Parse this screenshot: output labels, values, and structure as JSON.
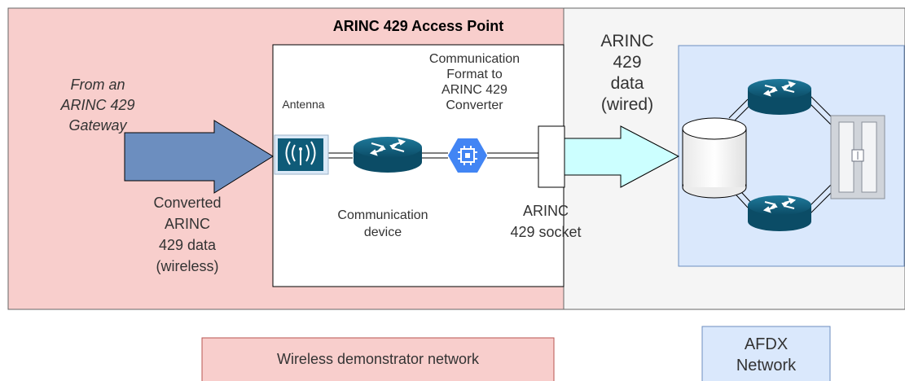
{
  "labels": {
    "access_point_title": "ARINC 429 Access Point",
    "gateway_source": [
      "From an",
      "ARINC 429",
      "Gateway"
    ],
    "antenna": "Antenna",
    "converter": [
      "Communication",
      "Format to",
      "ARINC 429",
      "Converter"
    ],
    "converted_data": [
      "Converted",
      "ARINC",
      "429 data",
      "(wireless)"
    ],
    "comm_device": [
      "Communication",
      "device"
    ],
    "socket": [
      "ARINC",
      "429 socket"
    ],
    "wired_data": [
      "ARINC",
      "429",
      "data",
      "(wired)"
    ]
  },
  "legend": {
    "wireless": "Wireless demonstrator network",
    "afdx": [
      "AFDX",
      "Network"
    ]
  },
  "colors": {
    "wireless_zone": "#f8cecc",
    "wired_zone": "#f5f5f5",
    "afdx_zone": "#dae8fc",
    "input_arrow": "#6c8ebf",
    "output_arrow": "#ccffff",
    "router": "#0f5b78",
    "converter": "#4285f4"
  },
  "icons": {
    "antenna": "antenna-icon",
    "comm_device": "router-icon",
    "converter": "chip-icon",
    "afdx_top": "router-icon",
    "afdx_bottom": "router-icon",
    "afdx_server": "database-icon",
    "afdx_switch": "switch-rack-icon"
  }
}
